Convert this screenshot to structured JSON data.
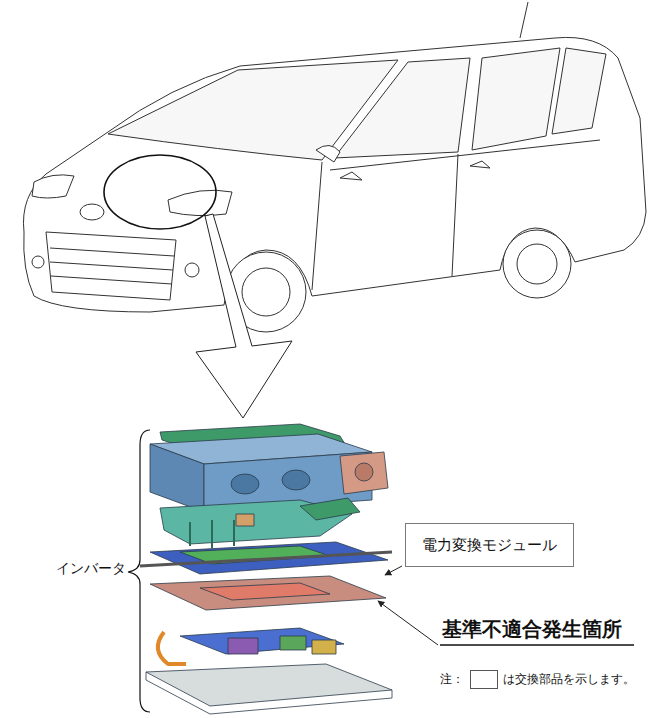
{
  "diagram": {
    "nodes": [
      {
        "text": [
          "電力変換モジュール"
        ]
      }
    ],
    "labels": [
      "インバータ",
      "基準不適合発生箇所",
      "注："
    ],
    "legend": [
      {
        "text": "は交換部品を示します。"
      }
    ]
  }
}
